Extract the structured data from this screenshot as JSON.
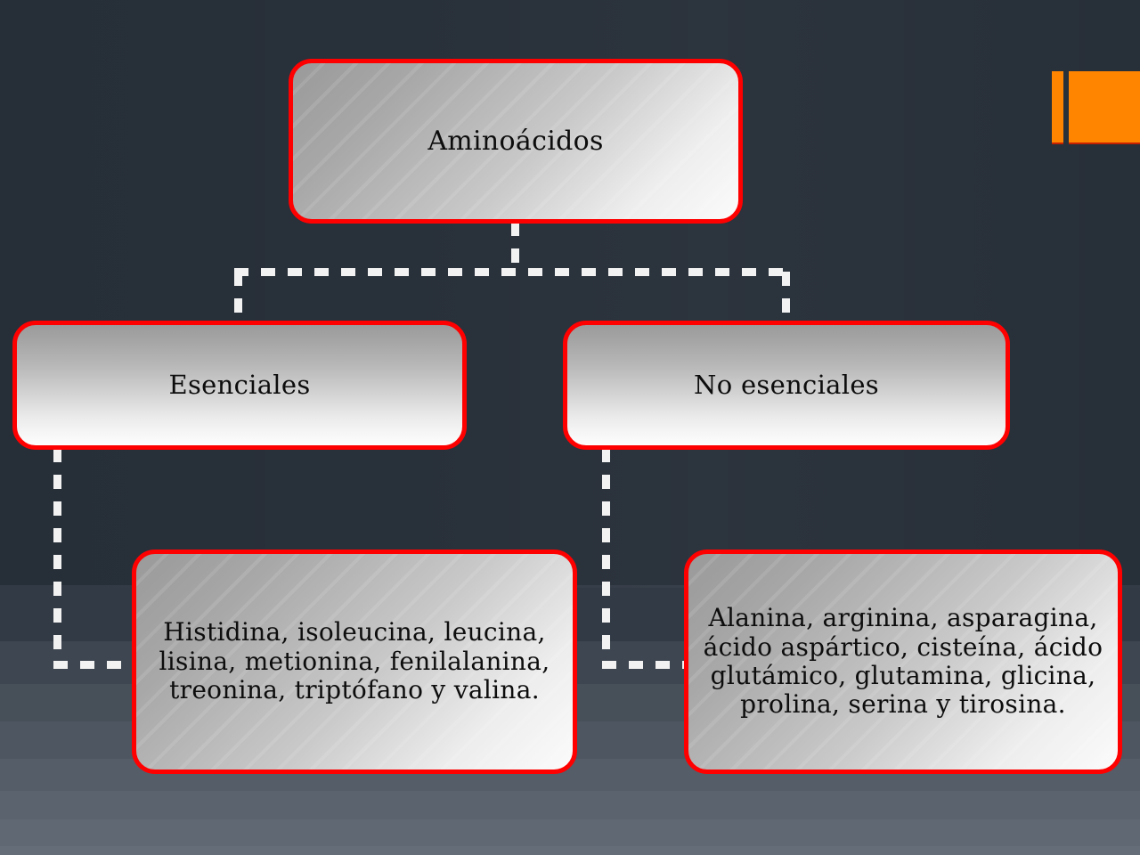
{
  "slide": {
    "title": "Aminoácidos",
    "background_top_color": "#262e38",
    "background_bottom_color": "#656d79",
    "accent_color": "#ff0000",
    "decoration_color": "#ff8400"
  },
  "diagram": {
    "type": "tree",
    "root": {
      "id": "aminoacidos",
      "label": "Aminoácidos"
    },
    "branches": [
      {
        "id": "esenciales",
        "label": "Esenciales",
        "detail": "Histidina, isoleucina, leucina, lisina, metionina, fenilalanina, treonina, triptófano y valina.",
        "items": [
          "Histidina",
          "isoleucina",
          "leucina",
          "lisina",
          "metionina",
          "fenilalanina",
          "treonina",
          "triptófano",
          "valina"
        ]
      },
      {
        "id": "no-esenciales",
        "label": "No esenciales",
        "detail": "Alanina, arginina, asparagina, ácido aspártico, cisteína, ácido glutámico, glutamina, glicina, prolina, serina y tirosina.",
        "items": [
          "Alanina",
          "arginina",
          "asparagina",
          "ácido aspártico",
          "cisteína",
          "ácido glutámico",
          "glutamina",
          "glicina",
          "prolina",
          "serina",
          "tirosina"
        ]
      }
    ]
  },
  "decoration": {
    "bar_label": "orange-vertical-bar",
    "block_label": "orange-block"
  }
}
